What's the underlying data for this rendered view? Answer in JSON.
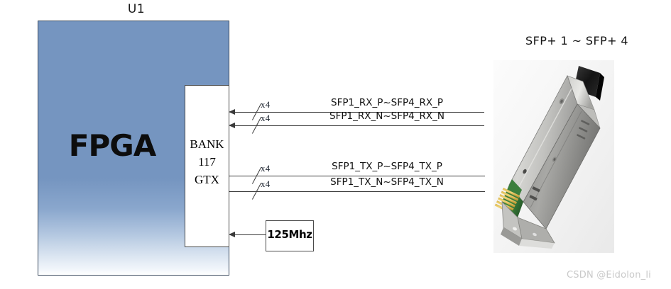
{
  "diagram": {
    "title_ref": "U1",
    "fpga": {
      "label": "FPGA",
      "bank_lines": [
        "BANK",
        "117",
        "GTX"
      ],
      "fill_top_color": "#7595c0",
      "border_color": "#3b4a5e"
    },
    "clock": {
      "label": "125Mhz"
    },
    "sfp": {
      "caption": "SFP+ 1 ~ SFP+ 4",
      "photo_name": "sfp-plus-transceiver-module-photo"
    },
    "buses": [
      {
        "id": "rx-p",
        "signal": "SFP1_RX_P~SFP4_RX_P",
        "width_label": "x4",
        "direction": "into-fpga"
      },
      {
        "id": "rx-n",
        "signal": "SFP1_RX_N~SFP4_RX_N",
        "width_label": "x4",
        "direction": "into-fpga"
      },
      {
        "id": "tx-p",
        "signal": "SFP1_TX_P~SFP4_TX_P",
        "width_label": "x4",
        "direction": "out-of-fpga"
      },
      {
        "id": "tx-n",
        "signal": "SFP1_TX_N~SFP4_TX_N",
        "width_label": "x4",
        "direction": "out-of-fpga"
      }
    ],
    "clock_bus": {
      "id": "clk",
      "direction": "into-fpga"
    },
    "watermark": "CSDN @Eidolon_li"
  }
}
